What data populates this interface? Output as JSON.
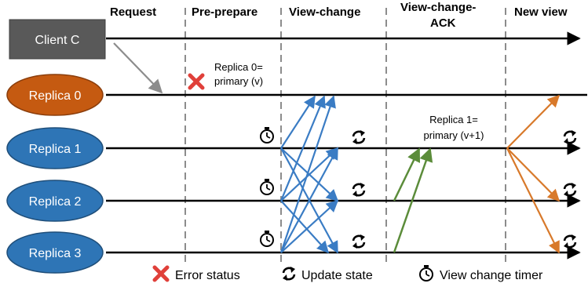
{
  "phases": [
    "Request",
    "Pre-prepare",
    "View-change",
    "View-change-",
    "ACK",
    "New view"
  ],
  "nodes": {
    "client": "Client C",
    "replica0": "Replica 0",
    "replica1": "Replica 1",
    "replica2": "Replica 2",
    "replica3": "Replica 3"
  },
  "notes": {
    "primary_v_line1": "Replica 0=",
    "primary_v_line2": "primary (v)",
    "primary_v1_line1": "Replica 1=",
    "primary_v1_line2": "primary (v+1)"
  },
  "legend": {
    "error": "Error status",
    "update": "Update state",
    "timer": "View change timer"
  },
  "colors": {
    "client": "#595959",
    "replica0": "#c55a11",
    "replica_other": "#2e75b6",
    "viewchange_arrow": "#3a7cc4",
    "ack_arrow": "#5b8c3a",
    "newview_arrow": "#d8792a",
    "request_arrow": "#8c8c8c",
    "error": "#e0403a"
  },
  "icons": [
    "error-x-icon",
    "refresh-icon",
    "stopwatch-icon"
  ]
}
